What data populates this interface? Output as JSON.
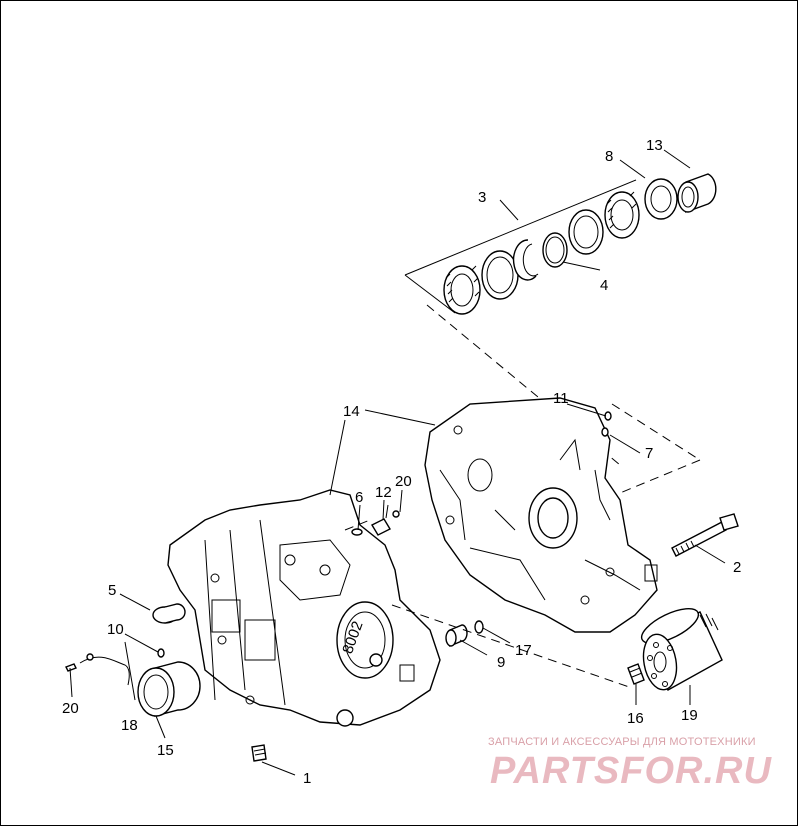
{
  "callouts": {
    "c1": "1",
    "c2": "2",
    "c3": "3",
    "c4": "4",
    "c5": "5",
    "c6": "6",
    "c7": "7",
    "c8": "8",
    "c9": "9",
    "c10": "10",
    "c11": "11",
    "c12": "12",
    "c13": "13",
    "c14": "14",
    "c15": "15",
    "c16": "16",
    "c17": "17",
    "c18": "18",
    "c19": "19",
    "c20a": "20",
    "c20b": "20"
  },
  "case_stamp": "8002",
  "watermark": {
    "tagline": "ЗАПЧАСТИ И АКСЕССУАРЫ ДЛЯ МОТОТЕХНИКИ",
    "brand": "PARTSFOR.RU",
    "color": "#e6a7b0"
  }
}
